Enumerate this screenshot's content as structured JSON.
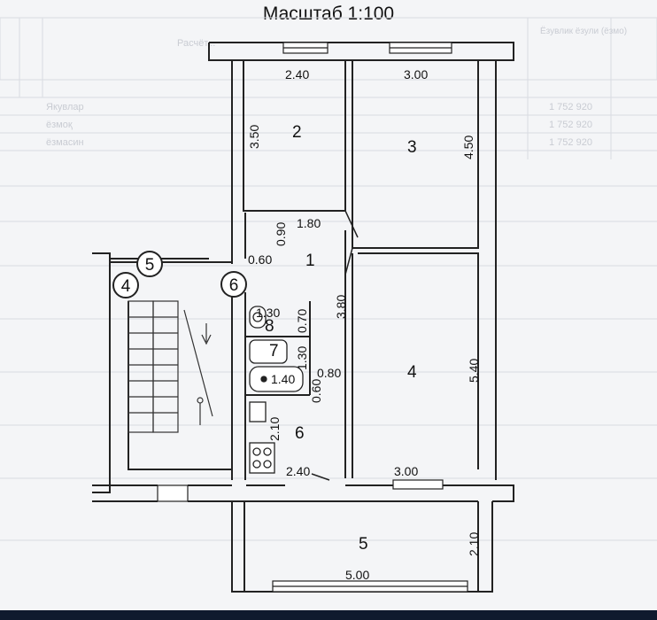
{
  "scale_title": "Масштаб 1:100",
  "background_table": {
    "header": [
      "Расчёт...",
      "Ёзувлик\nёзули\n(ёзмо)"
    ],
    "row_labels": [
      "Якувлар",
      "ёзмоқ",
      "ёзмасин"
    ],
    "values": [
      "1 752 920",
      "1 752 920",
      "1 752 920"
    ]
  },
  "rooms": [
    "1",
    "2",
    "3",
    "4",
    "5",
    "6",
    "7",
    "8"
  ],
  "stair_marks": [
    "4",
    "5",
    "6"
  ],
  "dimensions": {
    "room2_width": "2.40",
    "room3_width": "3.00",
    "room2_height": "3.50",
    "room3_height": "4.50",
    "hall_top": "1.80",
    "niche_height": "0.90",
    "niche_width": "0.60",
    "hall_height": "3.80",
    "wc_width": "1.30",
    "wc_height": "0.70",
    "bath_height": "1.30",
    "bath_width": "1.40",
    "door_width": "0.80",
    "kitchen_niche": "0.60",
    "kitchen_height": "2.10",
    "kitchen_width": "2.40",
    "room4_height": "5.40",
    "room4_width": "3.00",
    "balcony_height": "2.10",
    "balcony_width": "5.00"
  }
}
